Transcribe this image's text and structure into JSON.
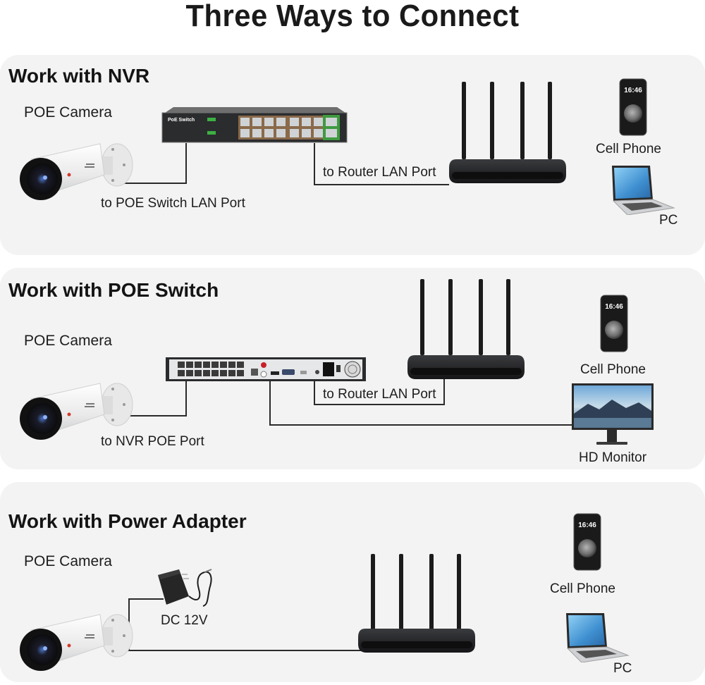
{
  "title": "Three Ways to Connect",
  "sections": [
    {
      "heading": "Work with NVR",
      "camera_label": "POE Camera",
      "hub_device": "PoE Switch",
      "hub_device_text": "PoE Switch",
      "camera_link_label": "to POE Switch LAN Port",
      "router_link_label": "to Router LAN Port",
      "devices": [
        {
          "name": "Cell Phone",
          "phone_time": "16:46"
        },
        {
          "name": "PC"
        }
      ]
    },
    {
      "heading": "Work with POE Switch",
      "camera_label": "POE Camera",
      "hub_device": "NVR",
      "camera_link_label": "to NVR POE Port",
      "router_link_label": "to Router LAN Port",
      "devices": [
        {
          "name": "Cell Phone",
          "phone_time": "16:46"
        },
        {
          "name": "HD Monitor"
        }
      ]
    },
    {
      "heading": "Work with Power Adapter",
      "camera_label": "POE Camera",
      "power_label": "DC 12V",
      "devices": [
        {
          "name": "Cell Phone",
          "phone_time": "16:46"
        },
        {
          "name": "PC"
        }
      ]
    }
  ],
  "colors": {
    "panel_bg": "#f3f3f3",
    "wire": "#2a2a2a",
    "device_dark": "#1e1f21",
    "port_green": "#3cb043",
    "screen_blue": "#5aa9e6"
  }
}
